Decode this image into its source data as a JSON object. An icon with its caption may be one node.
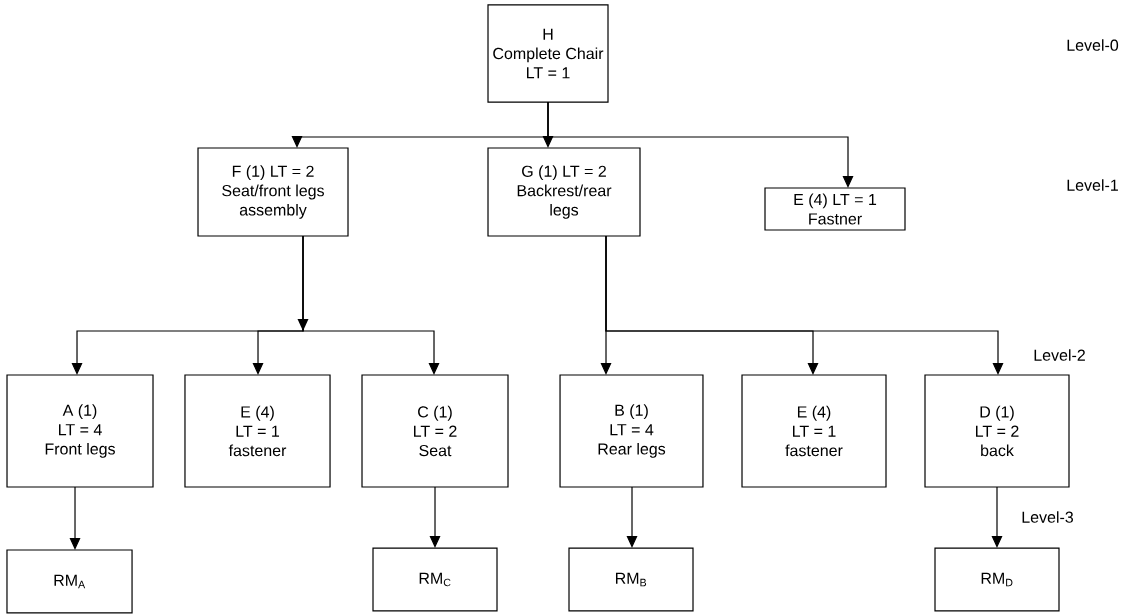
{
  "diagram": {
    "nodes": [
      {
        "text": [
          "H",
          "Complete Chair",
          "LT = 1"
        ]
      },
      {
        "text": [
          "F (1) LT = 2",
          "Seat/front legs",
          "assembly"
        ]
      },
      {
        "text": [
          "G (1) LT = 2",
          "Backrest/rear",
          "legs"
        ]
      },
      {
        "text": [
          "E (4) LT = 1",
          "Fastner"
        ]
      },
      {
        "text": [
          "A (1)",
          "LT = 4",
          "Front  legs"
        ]
      },
      {
        "text": [
          "E (4)",
          "LT = 1",
          "fastener"
        ]
      },
      {
        "text": [
          "C (1)",
          "LT = 2",
          "Seat"
        ]
      },
      {
        "text": [
          "B (1)",
          "LT = 4",
          "Rear  legs"
        ]
      },
      {
        "text": [
          "E (4)",
          "LT = 1",
          "fastener"
        ]
      },
      {
        "text": [
          "D (1)",
          "LT = 2",
          "back"
        ]
      },
      {
        "text": [
          "RM$_{A}$"
        ]
      },
      {
        "text": [
          "RM$_{C}$"
        ]
      },
      {
        "text": [
          "RM$_{B}$"
        ]
      },
      {
        "text": [
          "RM$_{D}$"
        ]
      }
    ],
    "edges": [
      {
        "from": 0,
        "to": 1,
        "arrow": "to"
      },
      {
        "from": 0,
        "to": 2,
        "arrow": "to"
      },
      {
        "from": 0,
        "to": 3,
        "arrow": "to"
      },
      {
        "from": 1,
        "to": 4,
        "arrow": "to"
      },
      {
        "from": 1,
        "to": 5,
        "arrow": "to"
      },
      {
        "from": 1,
        "to": 6,
        "arrow": "to"
      },
      {
        "from": 2,
        "to": 7,
        "arrow": "to"
      },
      {
        "from": 2,
        "to": 8,
        "arrow": "to"
      },
      {
        "from": 2,
        "to": 9,
        "arrow": "to"
      },
      {
        "from": 4,
        "to": 10,
        "arrow": "to"
      },
      {
        "from": 6,
        "to": 11,
        "arrow": "to"
      },
      {
        "from": 7,
        "to": 12,
        "arrow": "to"
      },
      {
        "from": 9,
        "to": 13,
        "arrow": "to"
      }
    ],
    "labels": [
      "Level-0",
      "Level-1",
      "Level-2",
      "Level-3"
    ]
  }
}
